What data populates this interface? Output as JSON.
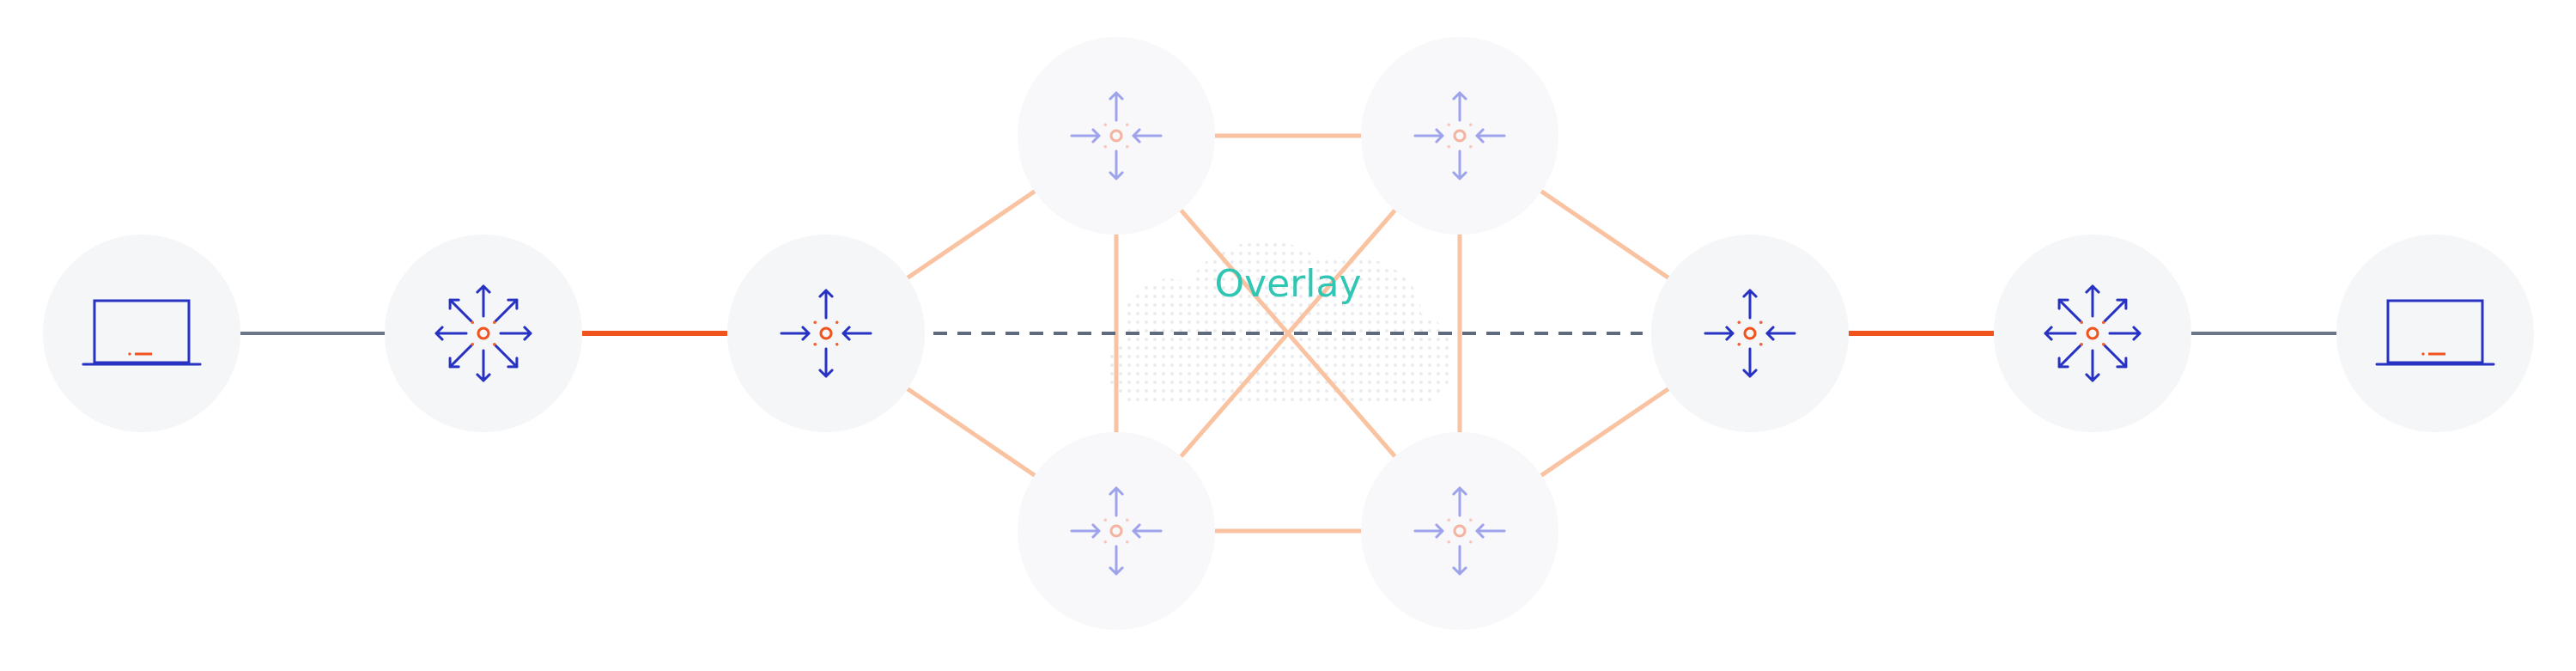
{
  "diagram": {
    "overlay_label": "Overlay",
    "colors": {
      "node_bg": "#f5f6f8",
      "node_bg_faded": "#f8f8fa",
      "icon_primary": "#2832c2",
      "icon_faded": "#9ea3ec",
      "center_primary": "#f0531c",
      "center_faded": "#f6b39e",
      "access_link": "#6a7588",
      "uplink": "#f0531c",
      "mesh_link": "#f9c2a1",
      "tunnel": "#5f6b7d",
      "overlay_text": "#2fc6b4",
      "cloud": "#d9dde2"
    },
    "nodes": [
      {
        "id": "laptop-left",
        "kind": "laptop",
        "faded": false
      },
      {
        "id": "switch-left",
        "kind": "switch",
        "faded": false
      },
      {
        "id": "edge-router-left",
        "kind": "router",
        "faded": false
      },
      {
        "id": "mesh-router-top-left",
        "kind": "router",
        "faded": true
      },
      {
        "id": "mesh-router-top-right",
        "kind": "router",
        "faded": true
      },
      {
        "id": "mesh-router-bottom-left",
        "kind": "router",
        "faded": true
      },
      {
        "id": "mesh-router-bottom-right",
        "kind": "router",
        "faded": true
      },
      {
        "id": "edge-router-right",
        "kind": "router",
        "faded": false
      },
      {
        "id": "switch-right",
        "kind": "switch",
        "faded": false
      },
      {
        "id": "laptop-right",
        "kind": "laptop",
        "faded": false
      }
    ],
    "links": [
      {
        "from": "laptop-left",
        "to": "switch-left",
        "style": "access"
      },
      {
        "from": "switch-left",
        "to": "edge-router-left",
        "style": "uplink"
      },
      {
        "from": "edge-router-left",
        "to": "mesh-router-top-left",
        "style": "mesh"
      },
      {
        "from": "edge-router-left",
        "to": "mesh-router-bottom-left",
        "style": "mesh"
      },
      {
        "from": "mesh-router-top-left",
        "to": "mesh-router-top-right",
        "style": "mesh"
      },
      {
        "from": "mesh-router-bottom-left",
        "to": "mesh-router-bottom-right",
        "style": "mesh"
      },
      {
        "from": "mesh-router-top-left",
        "to": "mesh-router-bottom-left",
        "style": "mesh"
      },
      {
        "from": "mesh-router-top-right",
        "to": "mesh-router-bottom-right",
        "style": "mesh"
      },
      {
        "from": "mesh-router-top-left",
        "to": "mesh-router-bottom-right",
        "style": "mesh"
      },
      {
        "from": "mesh-router-top-right",
        "to": "mesh-router-bottom-left",
        "style": "mesh"
      },
      {
        "from": "mesh-router-top-right",
        "to": "edge-router-right",
        "style": "mesh"
      },
      {
        "from": "mesh-router-bottom-right",
        "to": "edge-router-right",
        "style": "mesh"
      },
      {
        "from": "edge-router-right",
        "to": "switch-right",
        "style": "uplink"
      },
      {
        "from": "switch-right",
        "to": "laptop-right",
        "style": "access"
      },
      {
        "from": "edge-router-left",
        "to": "edge-router-right",
        "style": "tunnel"
      }
    ]
  }
}
